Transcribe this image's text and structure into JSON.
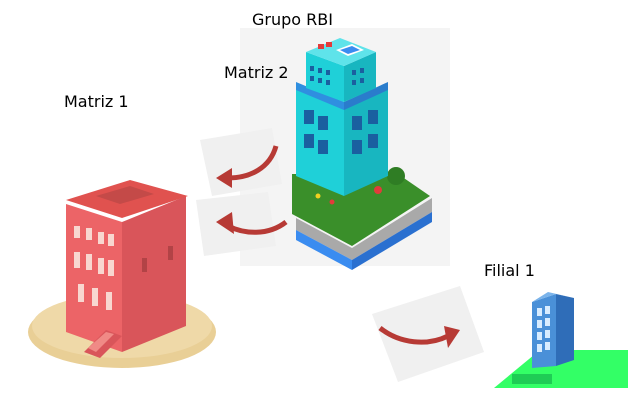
{
  "labels": {
    "group": "Grupo RBI",
    "hq2": "Matriz 2",
    "hq1": "Matriz 1",
    "branch1": "Filial 1"
  },
  "colors": {
    "hq1_building": "#ec6467",
    "hq1_roof": "#e0524f",
    "hq1_ground": "#e9cf96",
    "hq2_building": "#1fd0d8",
    "hq2_roof_band": "#2f8fe0",
    "hq2_lawn": "#3a8f2a",
    "hq2_road": "#a9a9a9",
    "arrow": "#b73a35",
    "branch_building": "#3a7fc8",
    "branch_lawn": "#33ff66"
  }
}
